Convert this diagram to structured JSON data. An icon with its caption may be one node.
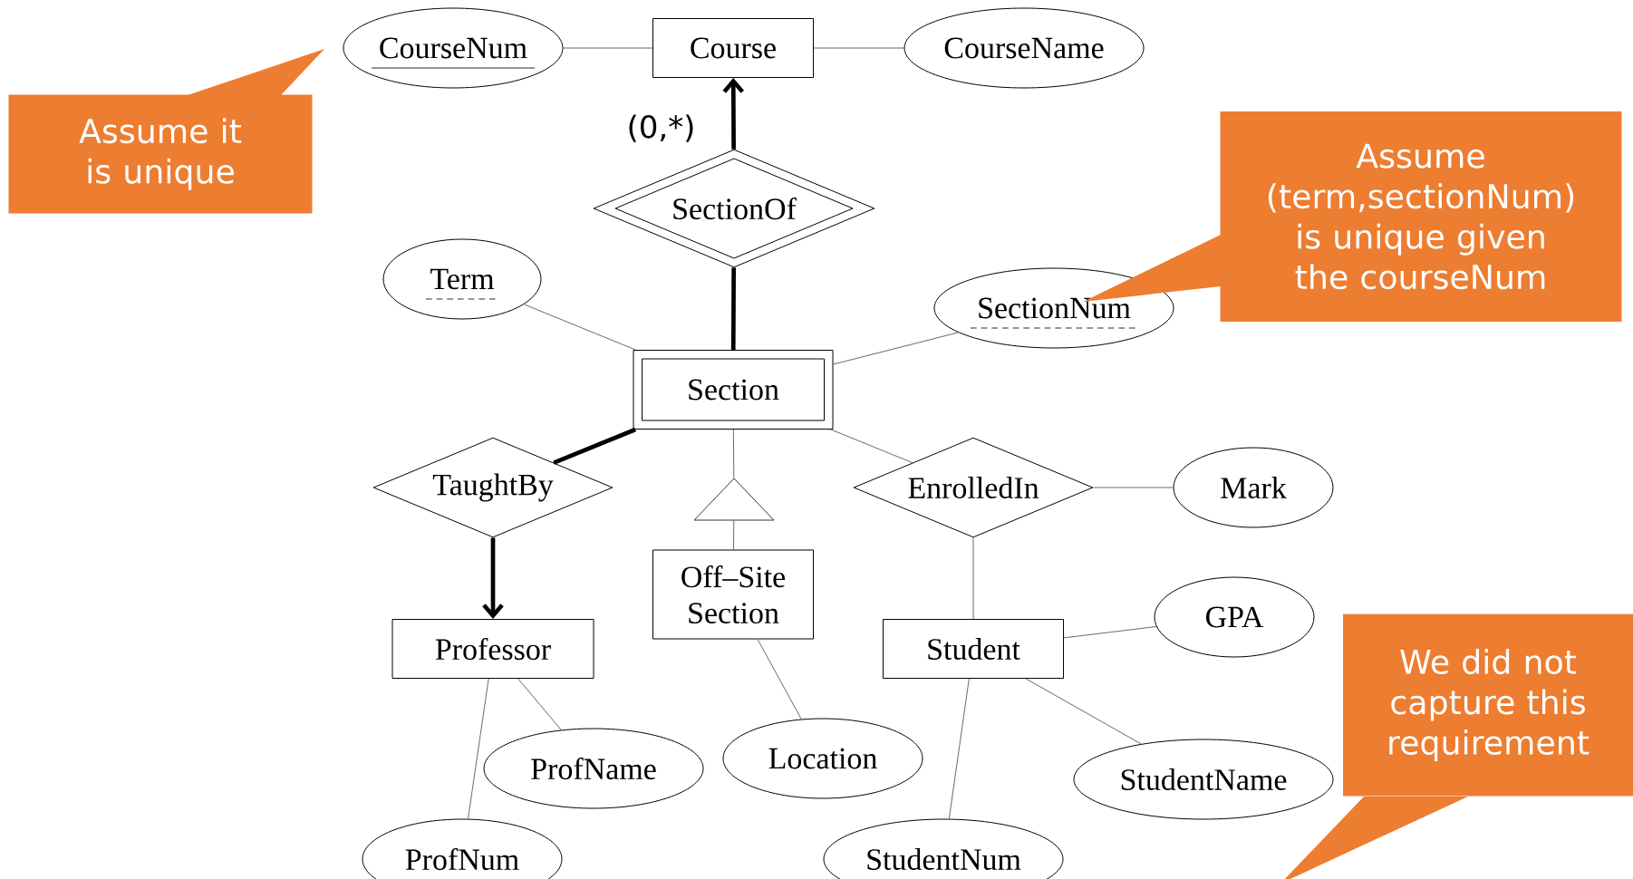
{
  "diagram": {
    "nodes": [
      {
        "text": [
          "CourseNum"
        ]
      },
      {
        "text": [
          "Course"
        ]
      },
      {
        "text": [
          "CourseName"
        ]
      },
      {
        "text": [
          "SectionOf"
        ]
      },
      {
        "text": [
          "Term"
        ]
      },
      {
        "text": [
          "Section"
        ]
      },
      {
        "text": [
          "SectionNum"
        ]
      },
      {
        "text": [
          "TaughtBy"
        ]
      },
      {
        "text": [],
        "shape": "triangle"
      },
      {
        "text": [
          "EnrolledIn"
        ]
      },
      {
        "text": [
          "Mark"
        ]
      },
      {
        "text": [
          "Off–Site Section"
        ]
      },
      {
        "text": [
          "Professor"
        ]
      },
      {
        "text": [
          "Student"
        ]
      },
      {
        "text": [
          "GPA"
        ]
      },
      {
        "text": [
          "ProfName"
        ]
      },
      {
        "text": [
          "Location"
        ]
      },
      {
        "text": [
          "StudentName"
        ]
      },
      {
        "text": [
          "ProfNum"
        ]
      },
      {
        "text": [
          "StudentNum"
        ]
      },
      {
        "text": [
          "Assume it is unique"
        ]
      },
      {
        "text": [
          "Assume (term,sectionNum) is unique given the courseNum"
        ]
      },
      {
        "text": [
          "We did not capture this requirement"
        ]
      }
    ],
    "edges": [
      {
        "from": 0,
        "to": 1,
        "arrow": "none"
      },
      {
        "from": 1,
        "to": 2,
        "arrow": "none"
      },
      {
        "from": 3,
        "to": 1,
        "arrow": "to",
        "label": "(0,*)",
        "style": "thick"
      },
      {
        "from": 5,
        "to": 3,
        "arrow": "none",
        "style": "thick"
      },
      {
        "from": 4,
        "to": 5,
        "arrow": "none"
      },
      {
        "from": 6,
        "to": 5,
        "arrow": "none"
      },
      {
        "from": 5,
        "to": 7,
        "arrow": "none",
        "style": "thick"
      },
      {
        "from": 7,
        "to": 12,
        "arrow": "to",
        "style": "thick"
      },
      {
        "from": 5,
        "to": 8,
        "arrow": "none"
      },
      {
        "from": 8,
        "to": 11,
        "arrow": "none"
      },
      {
        "from": 5,
        "to": 9,
        "arrow": "none"
      },
      {
        "from": 9,
        "to": 10,
        "arrow": "none"
      },
      {
        "from": 9,
        "to": 13,
        "arrow": "none"
      },
      {
        "from": 13,
        "to": 14,
        "arrow": "none"
      },
      {
        "from": 12,
        "to": 15,
        "arrow": "none"
      },
      {
        "from": 12,
        "to": 18,
        "arrow": "none"
      },
      {
        "from": 11,
        "to": 16,
        "arrow": "none"
      },
      {
        "from": 13,
        "to": 17,
        "arrow": "none"
      },
      {
        "from": 13,
        "to": 19,
        "arrow": "none"
      }
    ]
  }
}
